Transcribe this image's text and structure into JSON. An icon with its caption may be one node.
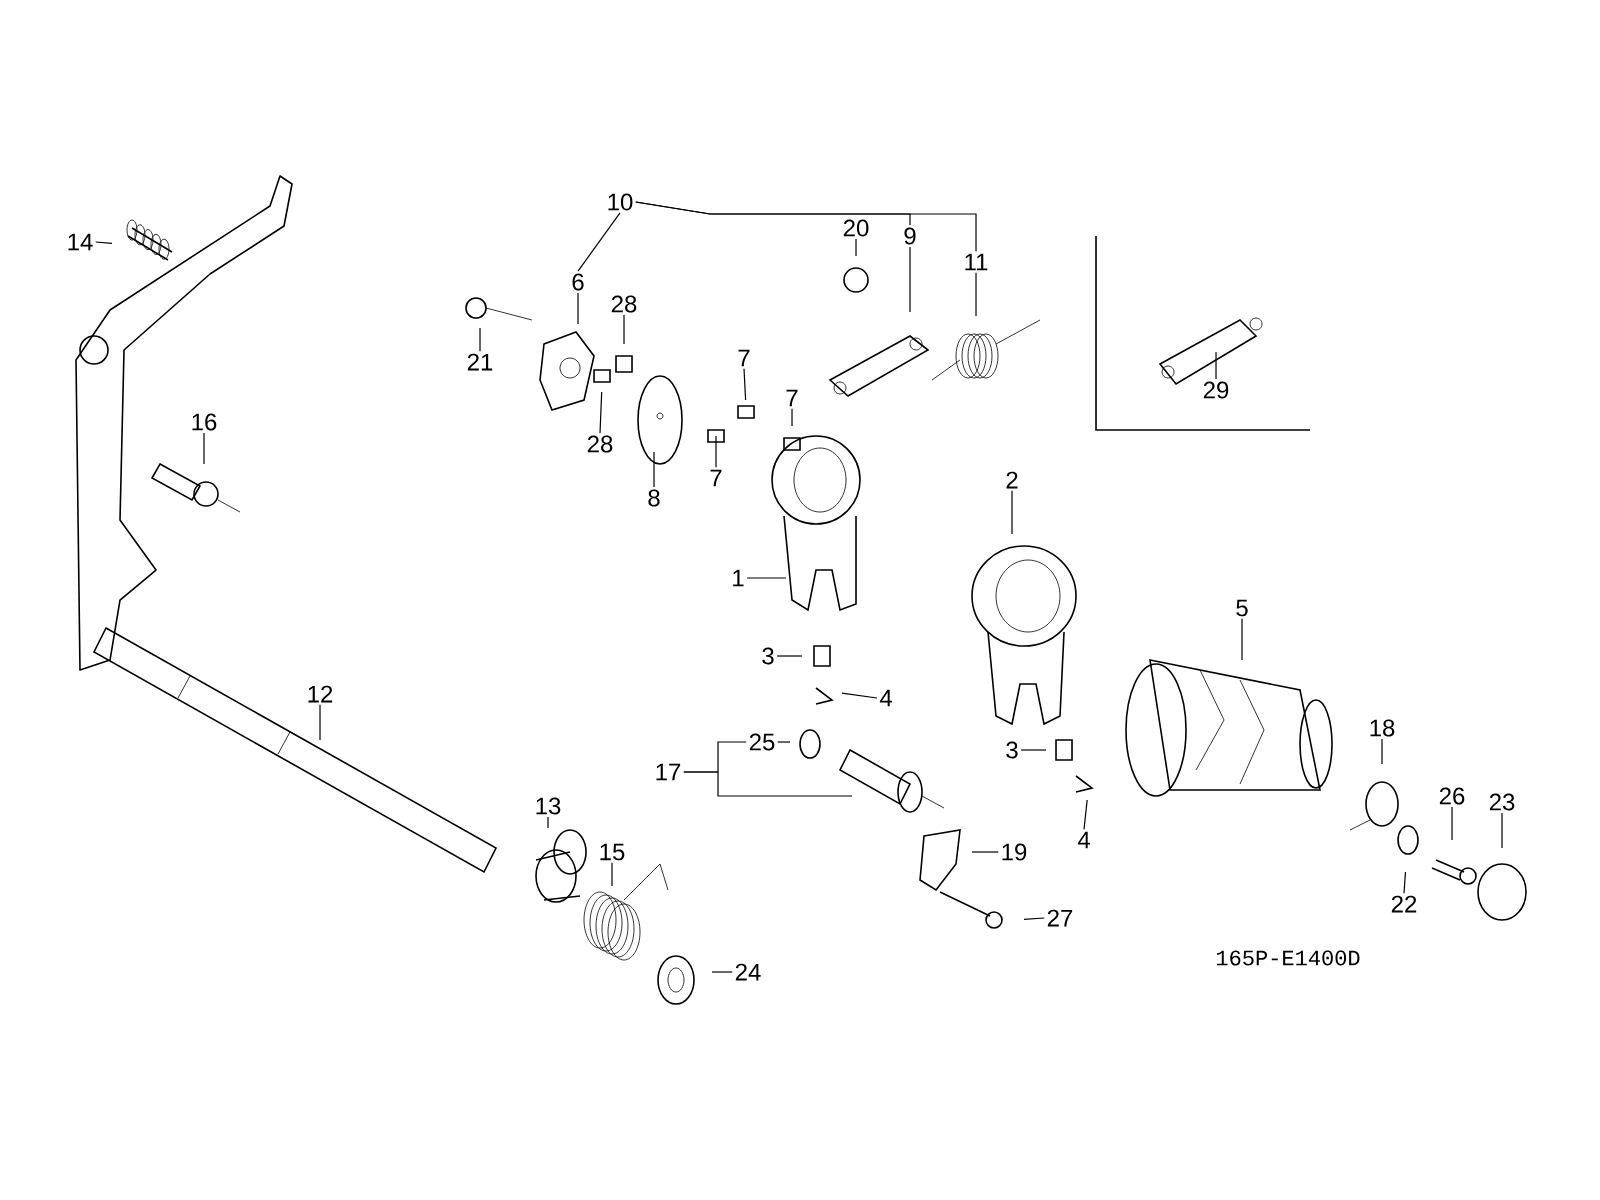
{
  "diagram": {
    "nodes": [
      {
        "text": [
          "10"
        ]
      },
      {
        "text": [
          "20"
        ]
      },
      {
        "text": [
          "9"
        ]
      },
      {
        "text": [
          "11"
        ]
      },
      {
        "text": [
          "14"
        ]
      },
      {
        "text": [
          "6"
        ]
      },
      {
        "text": [
          "28"
        ]
      },
      {
        "text": [
          "21"
        ]
      },
      {
        "text": [
          "29"
        ]
      },
      {
        "text": [
          "7"
        ]
      },
      {
        "text": [
          "7"
        ]
      },
      {
        "text": [
          "16"
        ]
      },
      {
        "text": [
          "28"
        ]
      },
      {
        "text": [
          "7"
        ]
      },
      {
        "text": [
          "2"
        ]
      },
      {
        "text": [
          "8"
        ]
      },
      {
        "text": [
          "1"
        ]
      },
      {
        "text": [
          "5"
        ]
      },
      {
        "text": [
          "3"
        ]
      },
      {
        "text": [
          "12"
        ]
      },
      {
        "text": [
          "4"
        ]
      },
      {
        "text": [
          "18"
        ]
      },
      {
        "text": [
          "25"
        ]
      },
      {
        "text": [
          "3"
        ]
      },
      {
        "text": [
          "17"
        ]
      },
      {
        "text": [
          "26"
        ]
      },
      {
        "text": [
          "23"
        ]
      },
      {
        "text": [
          "13"
        ]
      },
      {
        "text": [
          "4"
        ]
      },
      {
        "text": [
          "15"
        ]
      },
      {
        "text": [
          "19"
        ]
      },
      {
        "text": [
          "22"
        ]
      },
      {
        "text": [
          "27"
        ]
      },
      {
        "text": [
          "24"
        ]
      }
    ],
    "edges": [
      {
        "from": 0,
        "to": 5,
        "arrow": "none"
      },
      {
        "from": 0,
        "to": 2,
        "arrow": "none"
      },
      {
        "from": 0,
        "to": 3,
        "arrow": "none"
      },
      {
        "from": 1,
        "to": null,
        "arrow": "none"
      },
      {
        "from": 2,
        "to": null,
        "arrow": "none"
      },
      {
        "from": 3,
        "to": null,
        "arrow": "none"
      },
      {
        "from": 4,
        "to": null,
        "arrow": "none"
      },
      {
        "from": 5,
        "to": null,
        "arrow": "none"
      },
      {
        "from": 6,
        "to": null,
        "arrow": "none"
      },
      {
        "from": 7,
        "to": null,
        "arrow": "none"
      },
      {
        "from": 8,
        "to": null,
        "arrow": "none"
      },
      {
        "from": 9,
        "to": null,
        "arrow": "none"
      },
      {
        "from": 10,
        "to": null,
        "arrow": "none"
      },
      {
        "from": 11,
        "to": null,
        "arrow": "none"
      },
      {
        "from": 12,
        "to": null,
        "arrow": "none"
      },
      {
        "from": 13,
        "to": null,
        "arrow": "none"
      },
      {
        "from": 14,
        "to": null,
        "arrow": "none"
      },
      {
        "from": 15,
        "to": null,
        "arrow": "none"
      },
      {
        "from": 16,
        "to": null,
        "arrow": "none"
      },
      {
        "from": 17,
        "to": null,
        "arrow": "none"
      },
      {
        "from": 18,
        "to": null,
        "arrow": "none"
      },
      {
        "from": 19,
        "to": null,
        "arrow": "none"
      },
      {
        "from": 20,
        "to": null,
        "arrow": "none"
      },
      {
        "from": 21,
        "to": null,
        "arrow": "none"
      },
      {
        "from": 22,
        "to": null,
        "arrow": "none"
      },
      {
        "from": 23,
        "to": null,
        "arrow": "none"
      },
      {
        "from": 24,
        "to": 22,
        "arrow": "none"
      },
      {
        "from": 24,
        "to": null,
        "arrow": "none"
      },
      {
        "from": 25,
        "to": null,
        "arrow": "none"
      },
      {
        "from": 26,
        "to": null,
        "arrow": "none"
      },
      {
        "from": 27,
        "to": null,
        "arrow": "none"
      },
      {
        "from": 28,
        "to": null,
        "arrow": "none"
      },
      {
        "from": 29,
        "to": null,
        "arrow": "none"
      },
      {
        "from": 30,
        "to": null,
        "arrow": "none"
      },
      {
        "from": 31,
        "to": null,
        "arrow": "none"
      },
      {
        "from": 32,
        "to": null,
        "arrow": "none"
      },
      {
        "from": 33,
        "to": null,
        "arrow": "none"
      }
    ],
    "labels": [
      "165P-E1400D"
    ]
  }
}
